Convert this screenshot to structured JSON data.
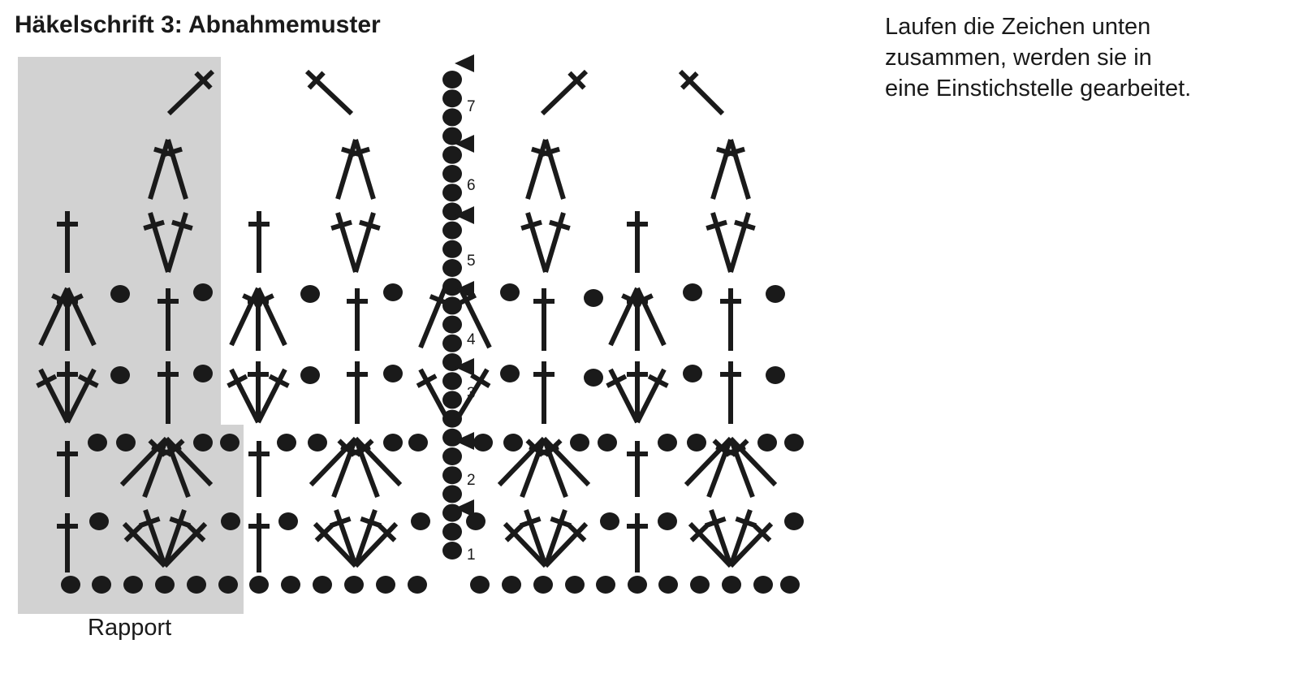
{
  "title": "Häkelschrift 3: Abnahmemuster",
  "note": {
    "lines": [
      "Laufen die Zeichen unten",
      "zusammen, werden sie in",
      "eine Einstichstelle gearbeitet."
    ]
  },
  "rapport_label": "Rapport",
  "row_numbers": [
    "1",
    "2",
    "3",
    "4",
    "5",
    "6",
    "7"
  ],
  "colors": {
    "ink": "#1a1a1a",
    "rapport_shade": "#d2d2d2"
  }
}
